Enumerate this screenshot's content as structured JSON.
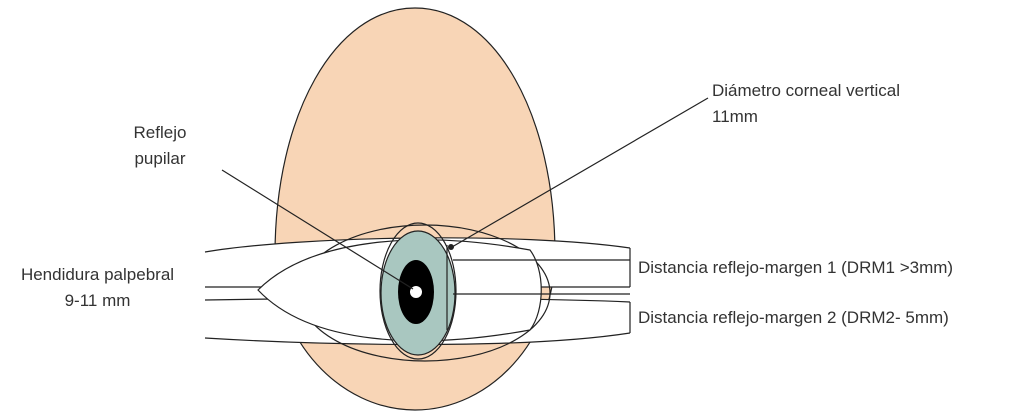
{
  "labels": {
    "pupil_reflex": {
      "line1": "Reflejo",
      "line2": "pupilar"
    },
    "corneal_diameter": {
      "line1": "Diámetro corneal vertical",
      "line2": "11mm"
    },
    "palpebral_fissure": {
      "line1": "Hendidura palpebral",
      "line2": "9-11 mm"
    },
    "mrd1": "Distancia reflejo-margen 1 (DRM1 >3mm)",
    "mrd2": "Distancia reflejo-margen 2 (DRM2- 5mm)"
  },
  "colors": {
    "skin": "#f8d5b6",
    "iris": "#a9c7c0",
    "pupil": "#000000",
    "outline": "#222222",
    "text": "#333333"
  }
}
